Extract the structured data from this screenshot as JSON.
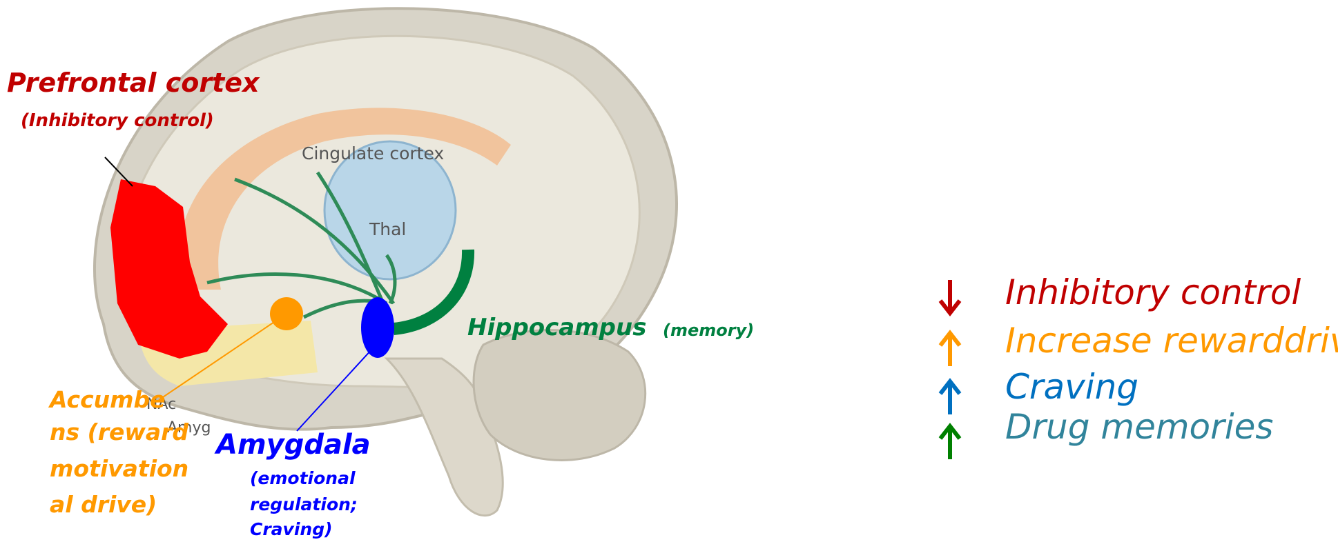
{
  "diagram": {
    "inner_labels": {
      "cingulate": "Cingulate cortex",
      "thal": "Thal",
      "nac": "NAc",
      "amyg": "Amyg"
    },
    "callouts": {
      "prefrontal_title": "Prefrontal cortex",
      "prefrontal_sub": "(Inhibitory control)",
      "accumbens_lines": [
        "Accumbe",
        "ns  (reward",
        "motivation",
        "al drive)"
      ],
      "amygdala_title": "Amygdala",
      "amygdala_lines": [
        "(emotional",
        "regulation;",
        "Craving)"
      ],
      "hippocampus_title": "Hippocampus",
      "hippocampus_sub": "(memory)"
    },
    "colors": {
      "prefrontal": "#ff0000",
      "prefrontal_text": "#c00000",
      "accumbens": "#ff9900",
      "amygdala": "#0000ff",
      "hippocampus": "#008040",
      "inhibitory_text": "#c00000",
      "reward_text": "#ff9900",
      "craving_text": "#0070c0",
      "memories_text": "#31849b"
    }
  },
  "legend": {
    "items": [
      {
        "direction": "down",
        "label": "Inhibitory control",
        "arrow_color": "#c00000",
        "text_color": "#c00000"
      },
      {
        "direction": "up",
        "label": "Increase rewarddrive",
        "arrow_color": "#ff9900",
        "text_color": "#ff9900"
      },
      {
        "direction": "up",
        "label": "Craving",
        "arrow_color": "#0070c0",
        "text_color": "#0070c0"
      },
      {
        "direction": "up",
        "label": "Drug memories",
        "arrow_color": "#008000",
        "text_color": "#31849b"
      }
    ]
  }
}
